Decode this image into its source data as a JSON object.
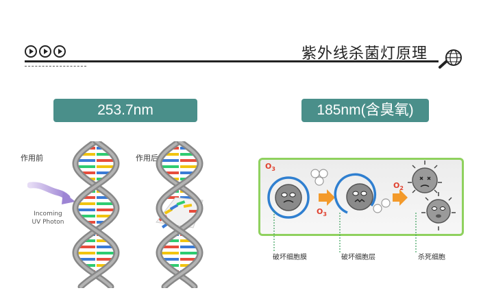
{
  "header": {
    "title": "紫外线杀菌灯原理"
  },
  "left": {
    "badge": "253.7nm",
    "before_label": "作用前",
    "after_label": "作用后",
    "photon_label_line1": "Incoming",
    "photon_label_line2": "UV Photon"
  },
  "right": {
    "badge": "185nm(含臭氧)",
    "o3_label": "O",
    "o3_sub": "3",
    "o2_label": "O",
    "o2_sub": "2",
    "captions": [
      "破坏细胞膜",
      "破坏细胞层",
      "杀死细胞"
    ]
  },
  "colors": {
    "badge": "#4a8f8a",
    "panel_border": "#8fd15e",
    "arrow_orange": "#f39a2b",
    "cell_ring": "#2f7fd0",
    "o_label": "#e0402e"
  }
}
